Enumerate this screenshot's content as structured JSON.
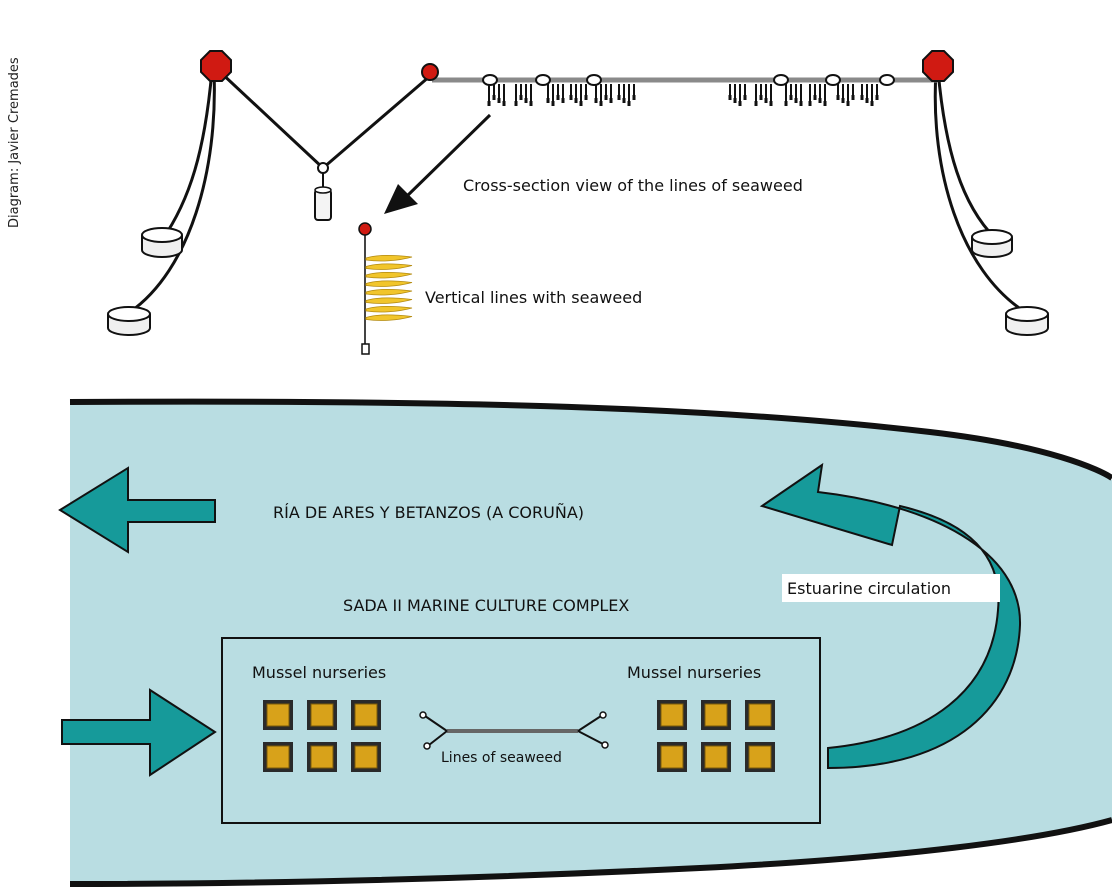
{
  "credit": "Diagram: Javier Cremades",
  "top_section": {
    "cross_section_label": "Cross-section view of the lines of seaweed",
    "vertical_lines_label": "Vertical lines with seaweed"
  },
  "estuary": {
    "ria_label": "RÍA DE ARES Y BETANZOS (A CORUÑA)",
    "circulation_label": "Estuarine circulation",
    "complex_label": "SADA II MARINE CULTURE COMPLEX",
    "nurseries_left_label": "Mussel nurseries",
    "nurseries_right_label": "Mussel nurseries",
    "seaweed_lines_label": "Lines of seaweed"
  },
  "colors": {
    "water": "#b9dde2",
    "arrow": "#169a9a",
    "buoy_red": "#d01a12",
    "nursery_fill": "#d8a21a",
    "seaweed": "#f1c52b"
  }
}
